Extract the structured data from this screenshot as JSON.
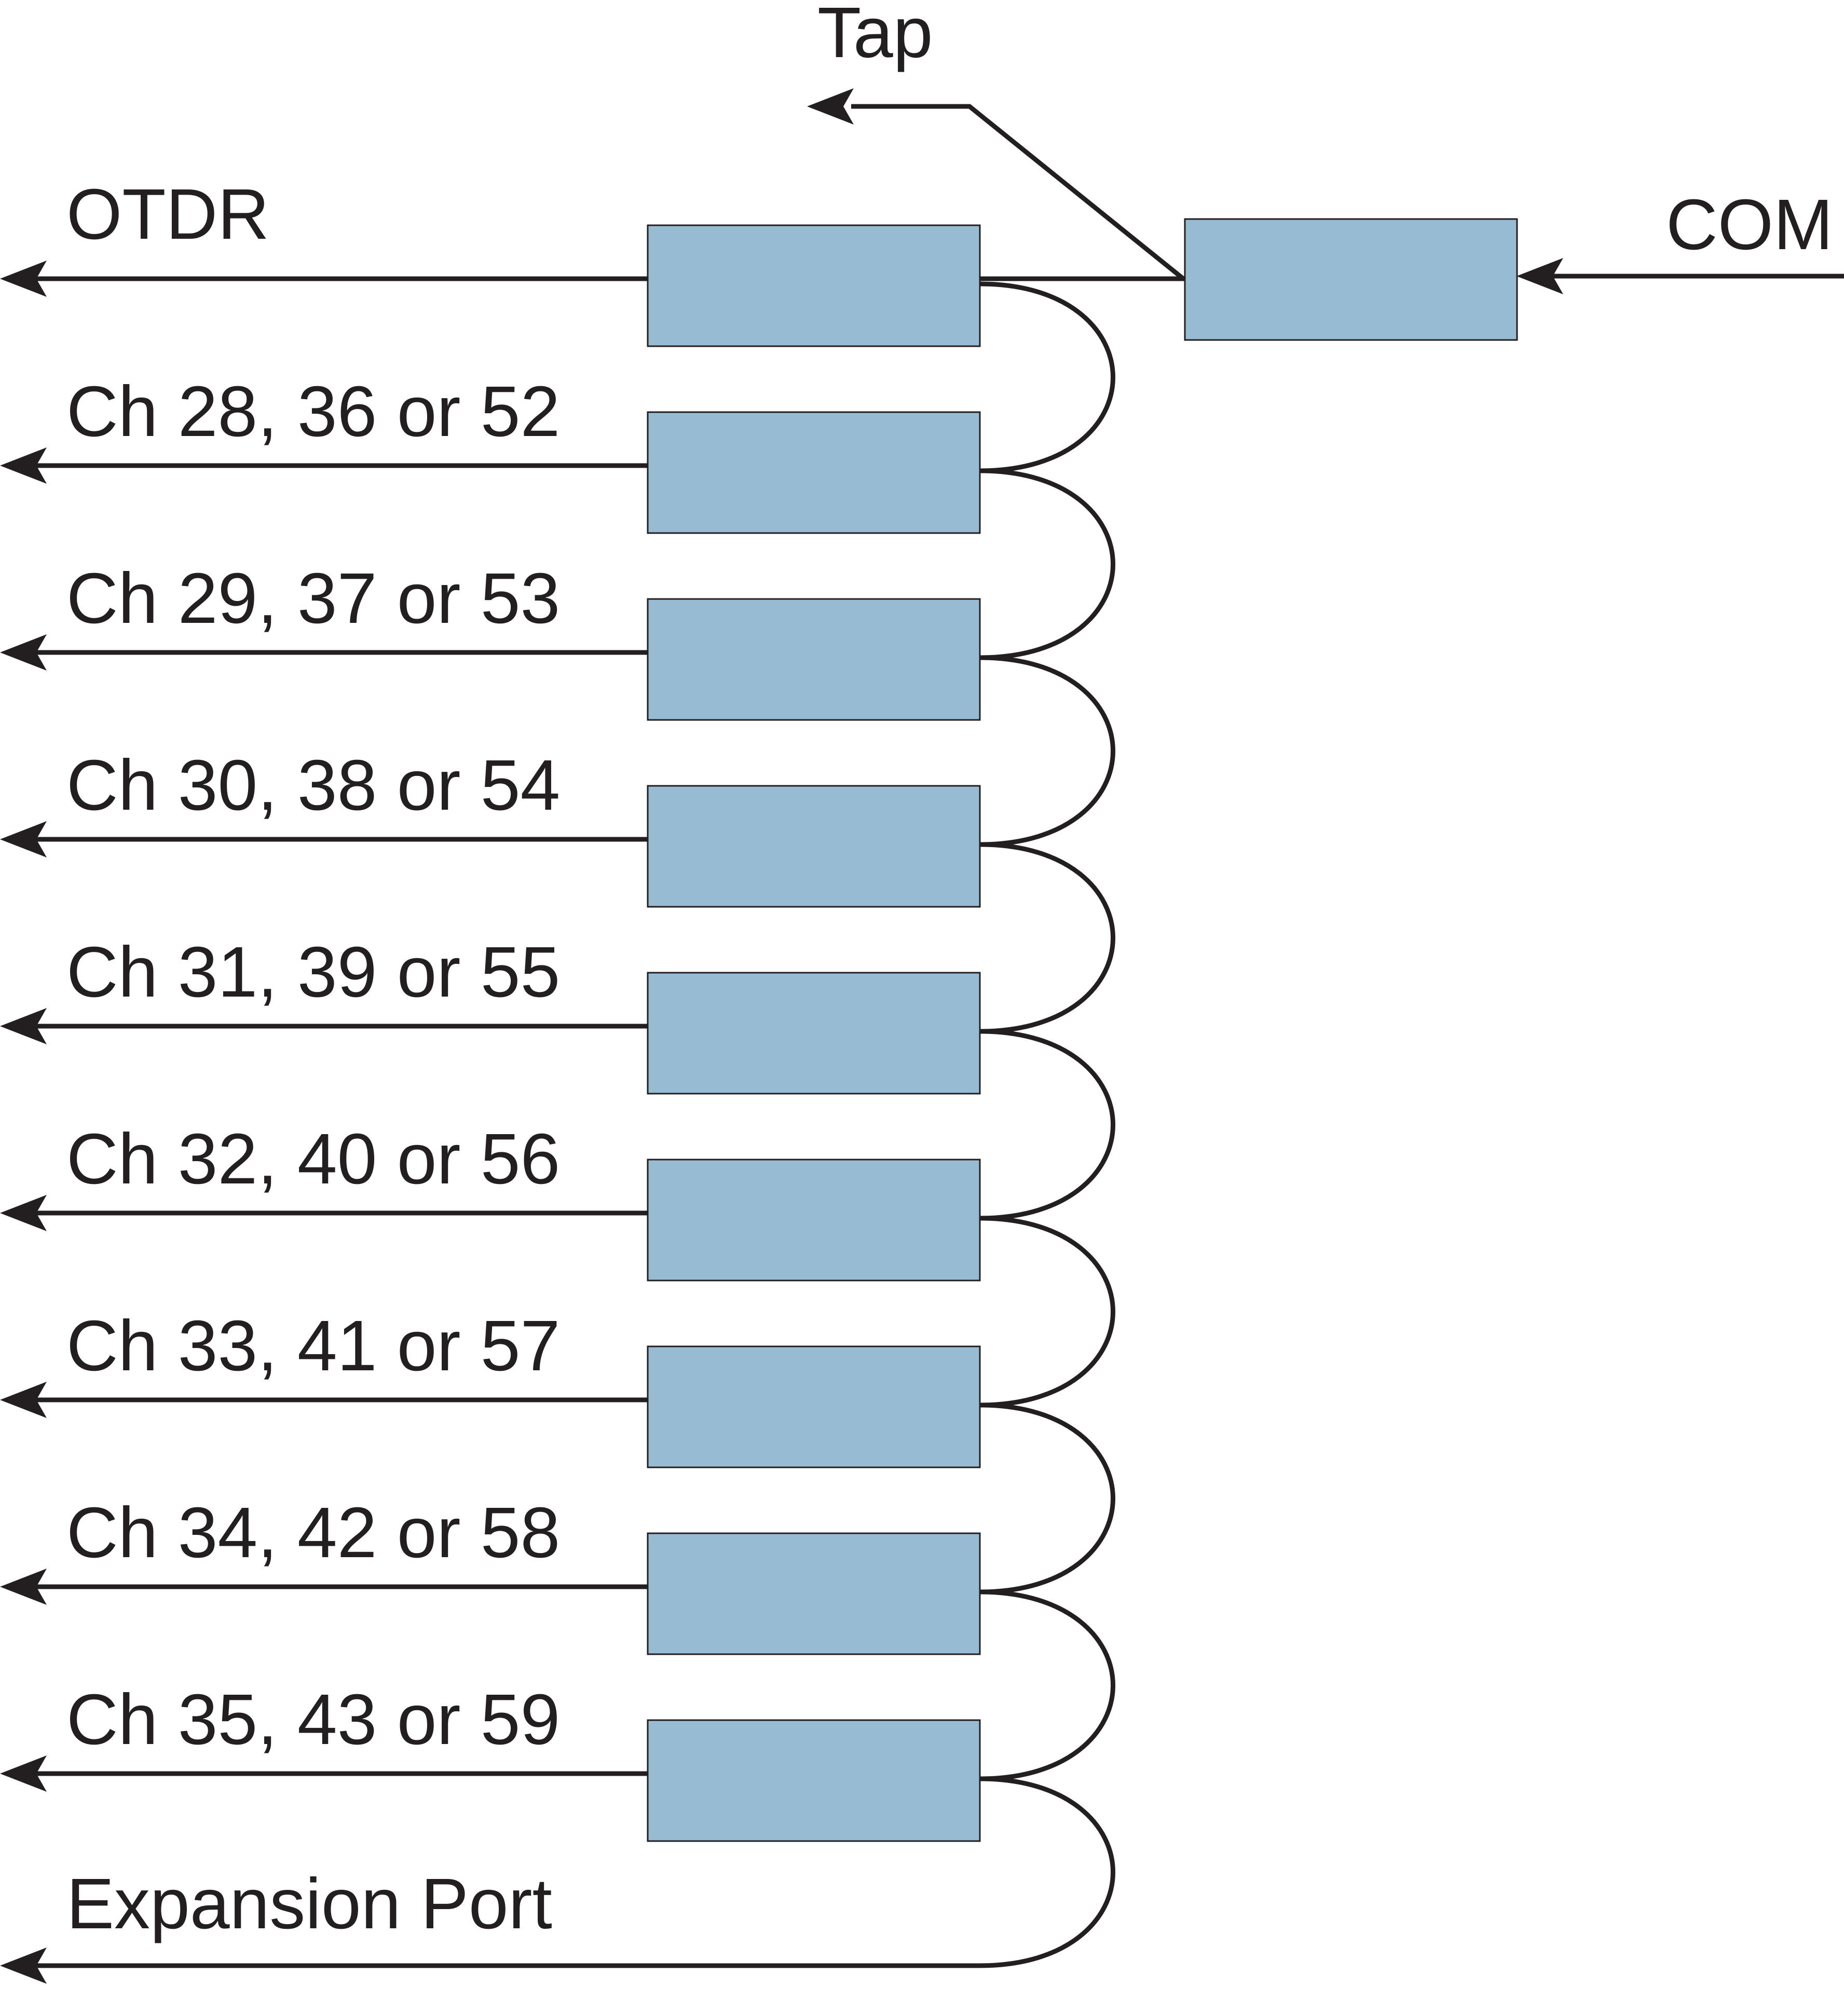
{
  "labels": {
    "tap": "Tap",
    "otdr": "OTDR",
    "com": "COM",
    "expansion": "Expansion Port"
  },
  "channels": [
    "Ch 28, 36 or 52",
    "Ch 29, 37 or 53",
    "Ch 30, 38 or 54",
    "Ch 31, 39 or 55",
    "Ch 32, 40 or 56",
    "Ch 33, 41 or 57",
    "Ch 34, 42 or 58",
    "Ch 35, 43 or 59"
  ],
  "colors": {
    "filter_fill": "#98bbd4",
    "line": "#231f20",
    "background": "#ffffff"
  }
}
